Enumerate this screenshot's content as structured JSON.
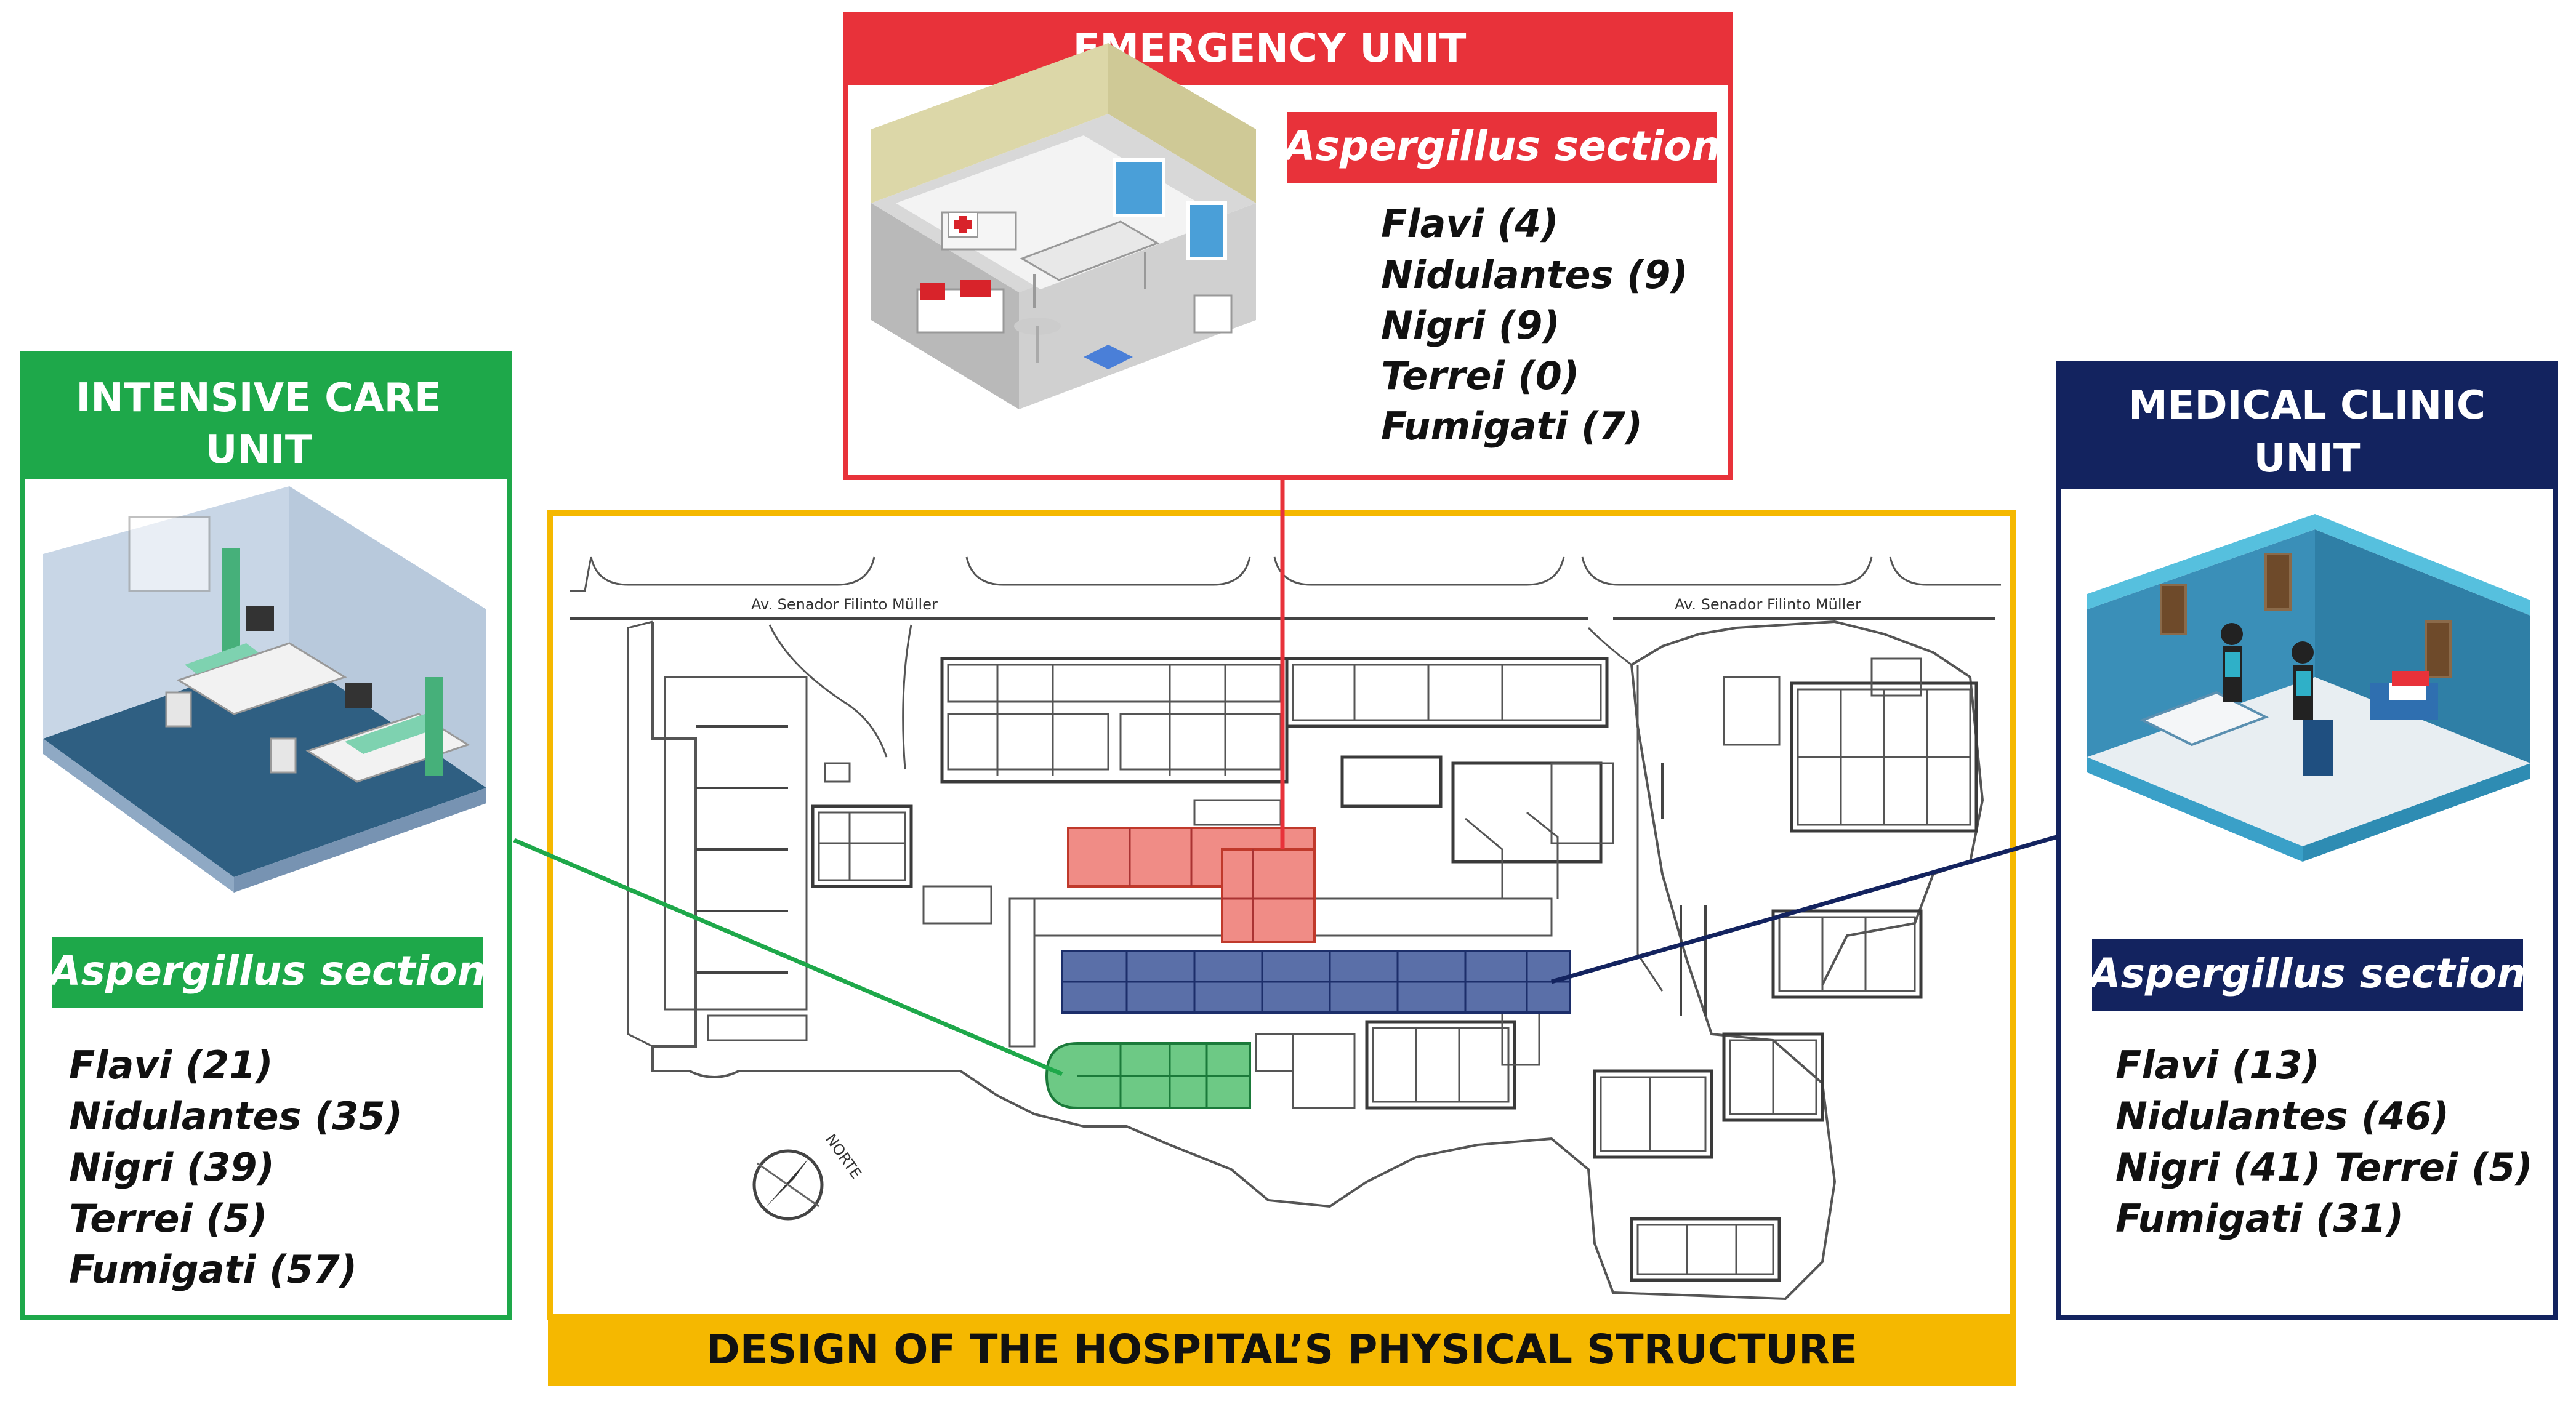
{
  "emergency": {
    "title": "EMERGENCY UNIT",
    "section_label": "Aspergillus section",
    "species": [
      "Flavi (4)",
      "Nidulantes (9)",
      "Nigri (9)",
      "Terrei (0)",
      "Fumigati (7)"
    ],
    "color": "#e8323a"
  },
  "icu": {
    "title_line1": "INTENSIVE CARE",
    "title_line2": "UNIT",
    "section_label": "Aspergillus section",
    "species": [
      "Flavi (21)",
      "Nidulantes (35)",
      "Nigri (39)",
      "Terrei (5)",
      "Fumigati (57)"
    ],
    "color": "#1ea84a"
  },
  "clinic": {
    "title_line1": "MEDICAL CLINIC",
    "title_line2": "UNIT",
    "section_label": "Aspergillus section",
    "species": [
      "Flavi (13)",
      "Nidulantes (46)",
      "Nigri (41) Terrei (5)",
      "Fumigati (31)"
    ],
    "color": "#13235f"
  },
  "hospital": {
    "title": "DESIGN OF THE HOSPITAL’S PHYSICAL STRUCTURE",
    "street_left": "Av. Senador Filinto Müller",
    "street_right": "Av. Senador Filinto Müller",
    "compass_label": "NORTE",
    "color": "#f5b800"
  }
}
